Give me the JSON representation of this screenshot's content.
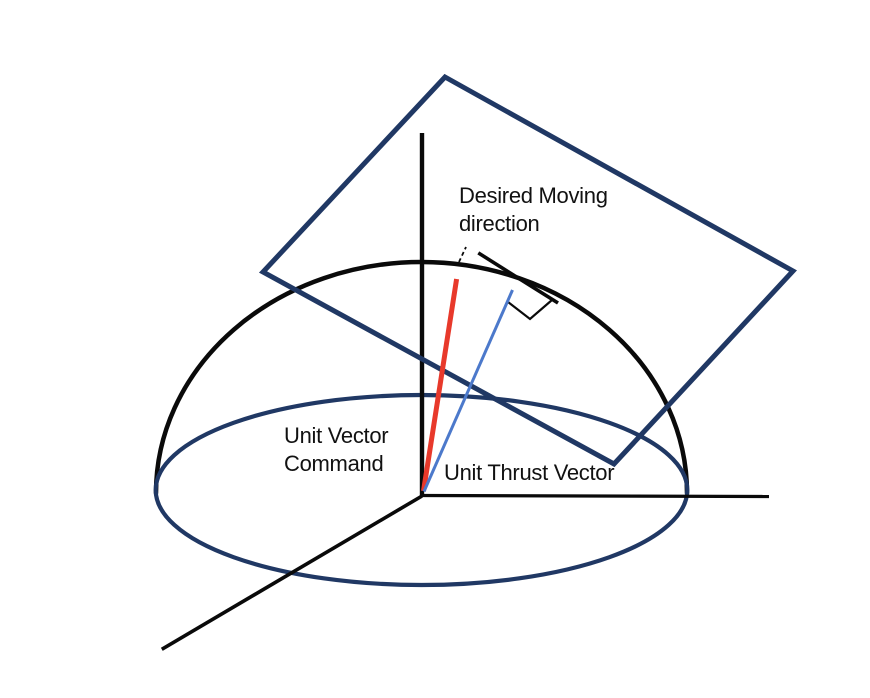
{
  "labels": {
    "desired_moving_direction": {
      "line1": "Desired Moving",
      "line2": "direction"
    },
    "unit_vector_command": {
      "line1": "Unit Vector",
      "line2": "Command"
    },
    "unit_thrust_vector": {
      "line1": "Unit Thrust Vector"
    }
  },
  "colors": {
    "plane_outline": "#203864",
    "equator_outline": "#203864",
    "hemisphere_outline": "#0a0a0a",
    "axis": "#0a0a0a",
    "command_vector": "#e8392b",
    "thrust_vector": "#4c79cb",
    "annotation": "#0a0a0a",
    "text": "#111111"
  }
}
